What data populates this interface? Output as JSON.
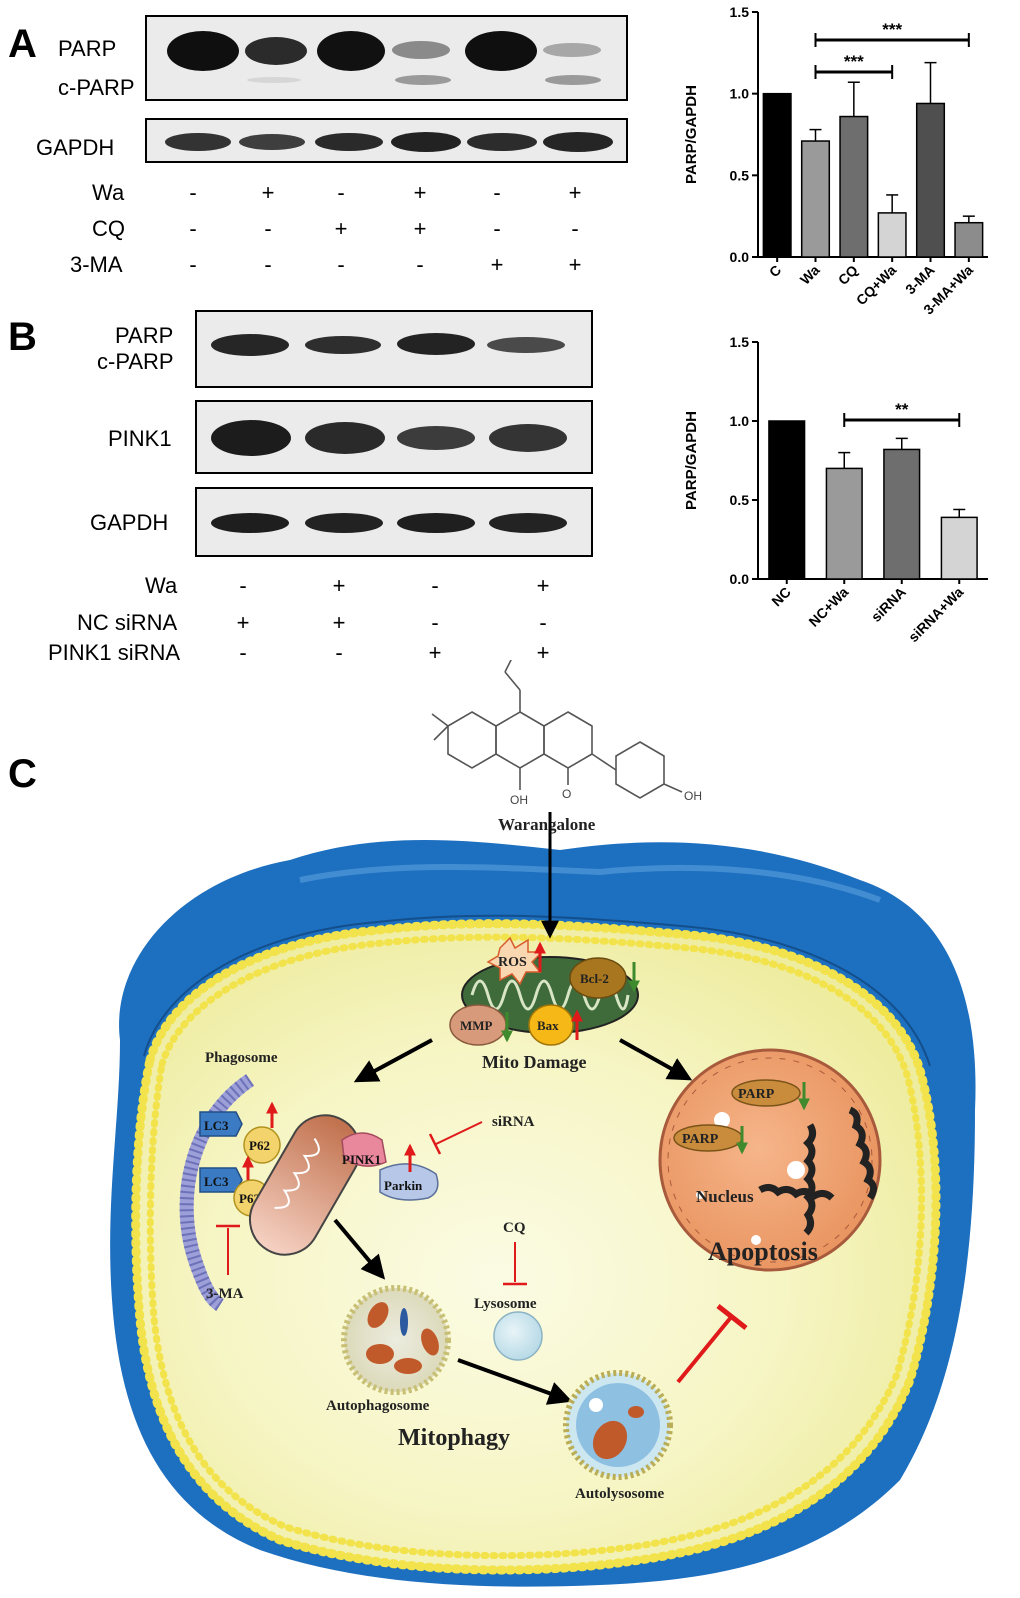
{
  "panel_a": {
    "letter": "A",
    "blot_labels": [
      "PARP",
      "c-PARP",
      "GAPDH"
    ],
    "conditions": [
      {
        "name": "Wa",
        "signs": [
          "-",
          "+",
          "-",
          "+",
          "-",
          "+"
        ]
      },
      {
        "name": "CQ",
        "signs": [
          "-",
          "-",
          "+",
          "+",
          "-",
          "-"
        ]
      },
      {
        "name": "3-MA",
        "signs": [
          "-",
          "-",
          "-",
          "-",
          "+",
          "+"
        ]
      }
    ]
  },
  "panel_b": {
    "letter": "B",
    "blot_labels": [
      "PARP",
      "c-PARP",
      "PINK1",
      "GAPDH"
    ],
    "conditions": [
      {
        "name": "Wa",
        "signs": [
          "-",
          "+",
          "-",
          "+"
        ]
      },
      {
        "name": "NC siRNA",
        "signs": [
          "+",
          "+",
          "-",
          "-"
        ]
      },
      {
        "name": "PINK1 siRNA",
        "signs": [
          "-",
          "-",
          "+",
          "+"
        ]
      }
    ]
  },
  "chart_data": [
    {
      "type": "bar",
      "ylabel": "PARP/GAPDH",
      "categories": [
        "C",
        "Wa",
        "CQ",
        "CQ+Wa",
        "3-MA",
        "3-MA+Wa"
      ],
      "values": [
        1.0,
        0.71,
        0.86,
        0.27,
        0.94,
        0.21
      ],
      "errors": [
        0,
        0.07,
        0.21,
        0.11,
        0.25,
        0.04
      ],
      "bar_colors": [
        "#000000",
        "#9a9a9a",
        "#6e6e6e",
        "#d4d4d4",
        "#4f4f4f",
        "#8c8c8c"
      ],
      "ylim": [
        0,
        1.5
      ],
      "yticks": [
        "0.0",
        "0.5",
        "1.0",
        "1.5"
      ],
      "significance": [
        {
          "from": 1,
          "to": 3,
          "label": "***"
        },
        {
          "from": 1,
          "to": 5,
          "label": "***"
        }
      ]
    },
    {
      "type": "bar",
      "ylabel": "PARP/GAPDH",
      "categories": [
        "NC",
        "NC+Wa",
        "siRNA",
        "siRNA+Wa"
      ],
      "values": [
        1.0,
        0.7,
        0.82,
        0.39
      ],
      "errors": [
        0,
        0.1,
        0.07,
        0.05
      ],
      "bar_colors": [
        "#000000",
        "#9a9a9a",
        "#6e6e6e",
        "#d4d4d4"
      ],
      "ylim": [
        0,
        1.5
      ],
      "yticks": [
        "0.0",
        "0.5",
        "1.0",
        "1.5"
      ],
      "significance": [
        {
          "from": 1,
          "to": 3,
          "label": "**"
        }
      ]
    }
  ],
  "panel_c": {
    "letter": "C",
    "compound": "Warangalone",
    "oh1": "OH",
    "o1": "O",
    "oh2": "OH",
    "ros": "ROS",
    "bcl2": "Bcl-2",
    "mmp": "MMP",
    "bax": "Bax",
    "mito_damage": "Mito Damage",
    "phagosome": "Phagosome",
    "lc3": "LC3",
    "p62": "P62",
    "pink1": "PINK1",
    "parkin": "Parkin",
    "sirna": "siRNA",
    "three_ma": "3-MA",
    "cq": "CQ",
    "lysosome": "Lysosome",
    "autophagosome": "Autophagosome",
    "autolysosome": "Autolysosome",
    "mitophagy": "Mitophagy",
    "parp": "PARP",
    "nucleus": "Nucleus",
    "apoptosis": "Apoptosis"
  }
}
